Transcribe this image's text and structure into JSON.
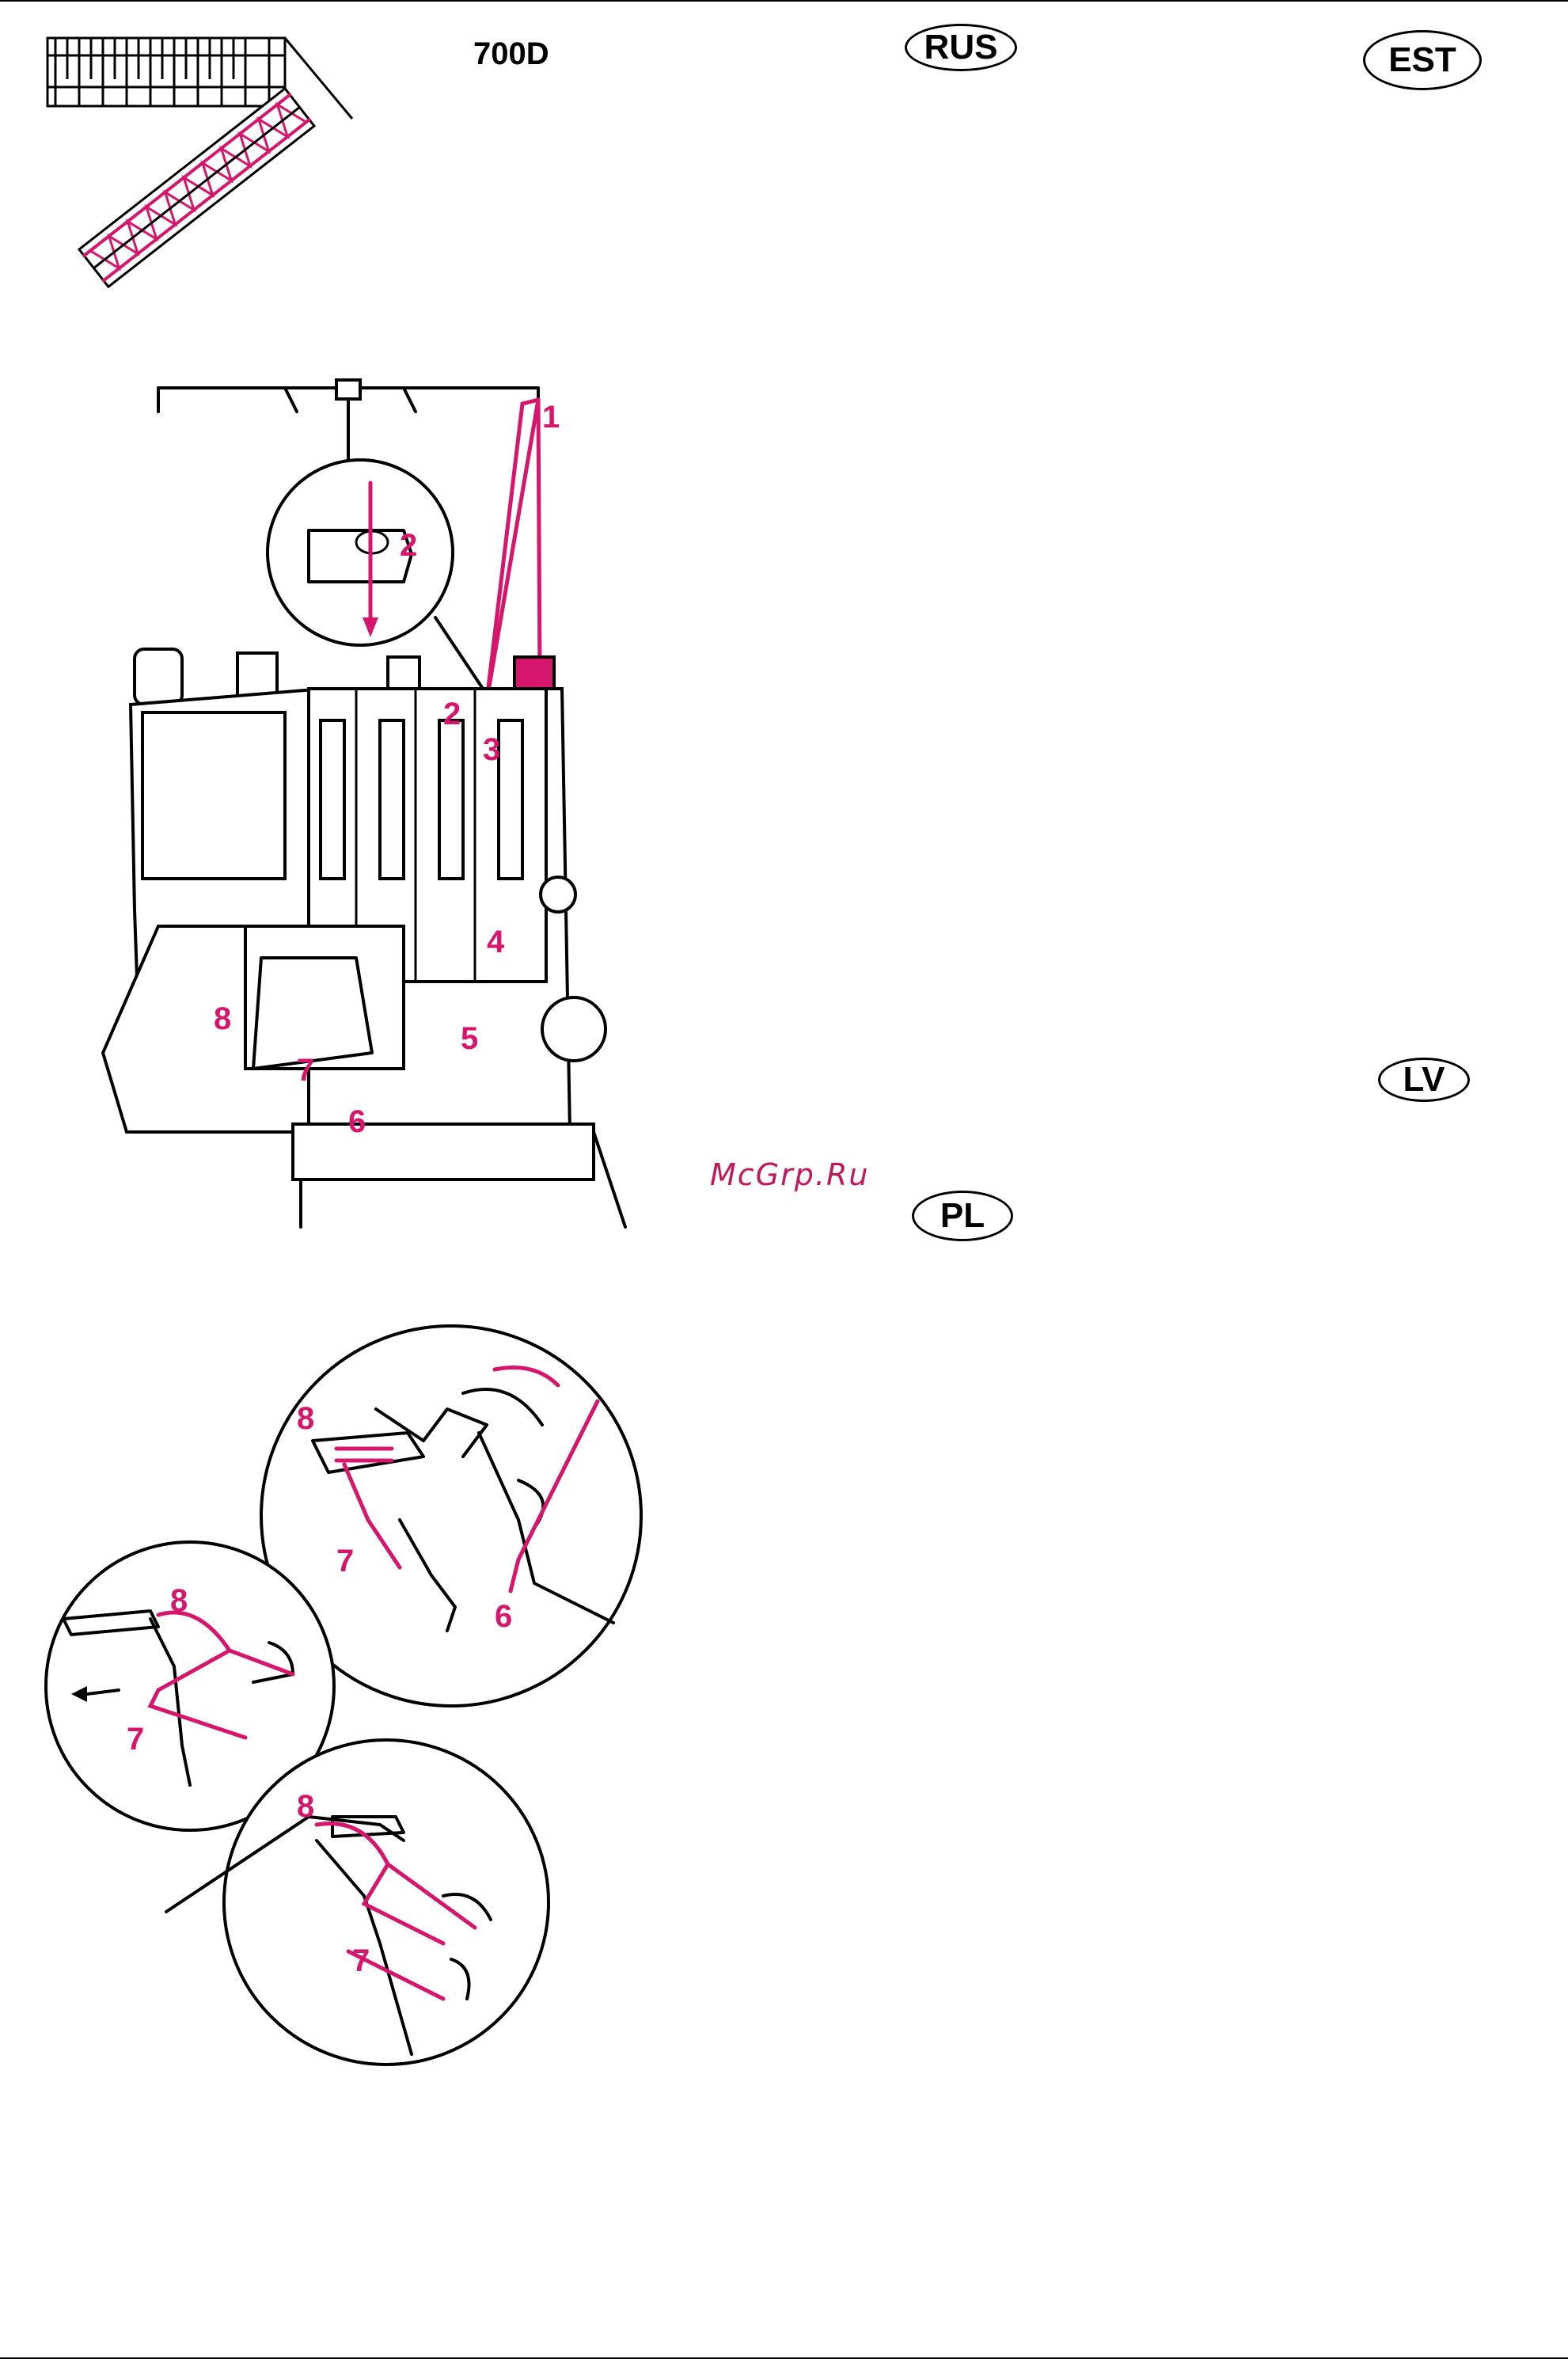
{
  "header": {
    "model": "700D"
  },
  "languages": {
    "rus": "RUS",
    "est": "EST",
    "lv": "LV",
    "pl": "PL"
  },
  "watermark": "McGrp.Ru",
  "callouts": {
    "n1": "1",
    "n2": "2",
    "n3": "3",
    "n4": "4",
    "n5": "5",
    "n6": "6",
    "n7": "7",
    "n8": "8"
  },
  "colors": {
    "thread": "#d6156c",
    "line": "#000000"
  }
}
